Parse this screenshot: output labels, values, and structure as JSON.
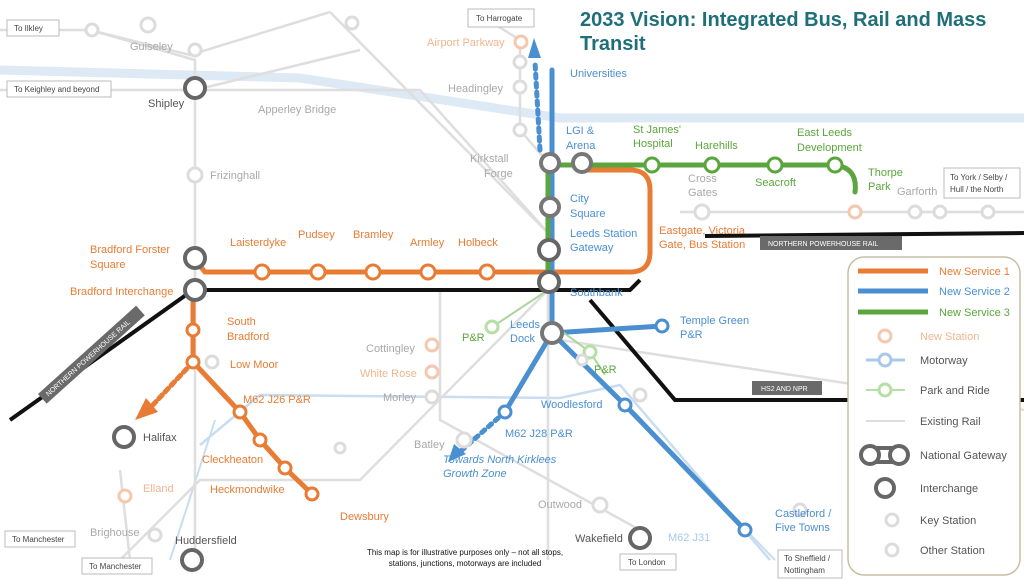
{
  "title": "2033 Vision: Integrated Bus, Rail and Mass Transit",
  "note": "This map is for illustrative purposes only – not all stops, stations, junctions, motorways are included",
  "colors": {
    "service1": "#e87c34",
    "service2": "#4a8fd0",
    "service3": "#5aa63c",
    "title": "#1f6f7a",
    "rail": "#dcdcdc",
    "npr": "#111111",
    "motorway": "#cfe2f3"
  },
  "boxes": {
    "ilkley": "To Ilkley",
    "keighley": "To Keighley and beyond",
    "harrogate": "To Harrogate",
    "york1": "To York / Selby /",
    "york2": "Hull / the North",
    "npr1": "NORTHERN POWERHOUSE RAIL",
    "npr2": "NORTHERN POWERHOUSE RAIL",
    "hs2": "HS2 AND NPR",
    "manchester1": "To Manchester",
    "manchester2": "To Manchester",
    "london": "To London",
    "sheffield1": "To Sheffield /",
    "sheffield2": "Nottingham"
  },
  "stations": {
    "guiseley": "Guiseley",
    "shipley": "Shipley",
    "apperley": "Apperley Bridge",
    "frizinghall": "Frizinghall",
    "airport": "Airport Parkway",
    "universities": "Universities",
    "headingley": "Headingley",
    "kirkstall1": "Kirkstall",
    "kirkstall2": "Forge",
    "lgi1": "LGI &",
    "lgi2": "Arena",
    "city1": "City",
    "city2": "Square",
    "leedsstn1": "Leeds Station",
    "leedsstn2": "Gateway",
    "eastgate1": "Eastgate, Victoria",
    "eastgate2": "Gate, Bus Station",
    "southbank": "Southbank",
    "stjames1": "St James'",
    "stjames2": "Hospital",
    "harehills": "Harehills",
    "cross1": "Cross",
    "cross2": "Gates",
    "seacroft": "Seacroft",
    "eastleeds1": "East Leeds",
    "eastleeds2": "Development",
    "thorpe1": "Thorpe",
    "thorpe2": "Park",
    "garforth": "Garforth",
    "bfs1": "Bradford Forster",
    "bfs2": "Square",
    "bi": "Bradford Interchange",
    "laisterdyke": "Laisterdyke",
    "pudsey": "Pudsey",
    "bramley": "Bramley",
    "armley": "Armley",
    "holbeck": "Holbeck",
    "southbradford1": "South",
    "southbradford2": "Bradford",
    "lowmoor": "Low Moor",
    "m62j26": "M62 J26 P&R",
    "cleckheaton": "Cleckheaton",
    "heckmondwike": "Heckmondwike",
    "dewsbury": "Dewsbury",
    "halifax": "Halifax",
    "elland": "Elland",
    "brighouse": "Brighouse",
    "huddersfield": "Huddersfield",
    "cottingley": "Cottingley",
    "whiterose": "White Rose",
    "morley": "Morley",
    "batley": "Batley",
    "pr1": "P&R",
    "pr2": "P&R",
    "leedsdock1": "Leeds",
    "leedsdock2": "Dock",
    "temple1": "Temple Green",
    "temple2": "P&R",
    "woodlesford": "Woodlesford",
    "m62j28": "M62 J28 P&R",
    "kirklees1": "Towards North Kirklees",
    "kirklees2": "Growth Zone",
    "outwood": "Outwood",
    "wakefield": "Wakefield",
    "m62j31": "M62 J31",
    "castleford1": "Castleford /",
    "castleford2": "Five Towns"
  },
  "legend": {
    "items": [
      {
        "label": "New Service 1",
        "symbol": "orange-line"
      },
      {
        "label": "New Service 2",
        "symbol": "blue-line"
      },
      {
        "label": "New Service 3",
        "symbol": "green-line"
      },
      {
        "label": "New Station",
        "symbol": "new-station"
      },
      {
        "label": "Motorway",
        "symbol": "motorway"
      },
      {
        "label": "Park and Ride",
        "symbol": "park-and-ride"
      },
      {
        "label": "Existing Rail",
        "symbol": "existing-rail"
      },
      {
        "label": "National Gateway",
        "symbol": "national-gateway"
      },
      {
        "label": "Interchange",
        "symbol": "interchange"
      },
      {
        "label": "Key Station",
        "symbol": "key-station"
      },
      {
        "label": "Other Station",
        "symbol": "other-station"
      }
    ]
  }
}
